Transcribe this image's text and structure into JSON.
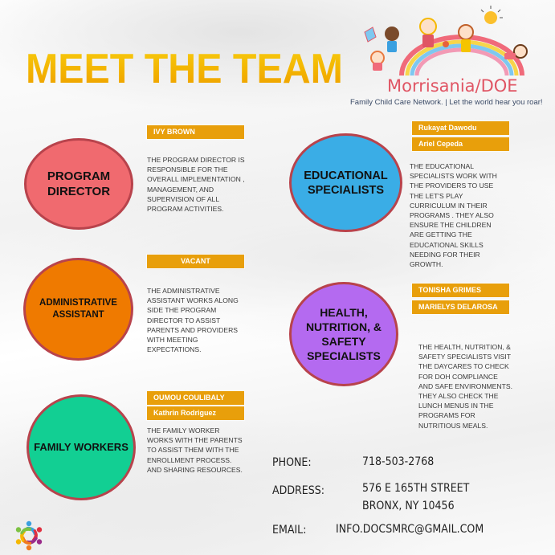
{
  "header": {
    "title": "MEET THE TEAM",
    "brand_name": "Morrisania/DOE",
    "tagline": "Family Child Care Network. | Let the world hear you roar!",
    "logo_icon": "children-on-rainbow-illustration"
  },
  "colors": {
    "title_gradient_top": "#f7cc10",
    "title_gradient_bottom": "#ee9d00",
    "tag_background": "#e89f0b",
    "circle_border": "#b8434c",
    "brand_name": "#e05564"
  },
  "roles": [
    {
      "title": "PROGRAM DIRECTOR",
      "color": "#f06a6f",
      "names": [
        "IVY BROWN"
      ],
      "description": "THE PROGRAM DIRECTOR IS RESPONSIBLE FOR THE OVERALL IMPLEMENTATION , MANAGEMENT, AND SUPERVISION OF ALL PROGRAM ACTIVITIES."
    },
    {
      "title": "EDUCATIONAL SPECIALISTS",
      "color": "#3aade6",
      "names": [
        "Rukayat Dawodu",
        "Ariel Cepeda"
      ],
      "description": "THE EDUCATIONAL SPECIALISTS WORK WITH THE PROVIDERS TO USE THE LET'S PLAY CURRICULUM IN THEIR PROGRAMS . THEY ALSO ENSURE THE CHILDREN ARE GETTING THE EDUCATIONAL SKILLS NEEDING FOR THEIR GROWTH."
    },
    {
      "title": "ADMINISTRATIVE ASSISTANT",
      "color": "#ef7a00",
      "names": [
        "VACANT"
      ],
      "description": "THE ADMINISTRATIVE ASSISTANT WORKS ALONG SIDE THE PROGRAM DIRECTOR TO ASSIST PARENTS AND PROVIDERS WITH MEETING EXPECTATIONS."
    },
    {
      "title": "HEALTH, NUTRITION, & SAFETY SPECIALISTS",
      "color": "#b46af0",
      "names": [
        "TONISHA GRIMES",
        "MARIELYS DELAROSA"
      ],
      "description": "THE HEALTH, NUTRITION, & SAFETY SPECIALISTS VISIT THE DAYCARES TO CHECK FOR DOH COMPLIANCE AND SAFE ENVIRONMENTS. THEY ALSO CHECK THE LUNCH MENUS IN THE PROGRAMS FOR NUTRITIOUS MEALS."
    },
    {
      "title": "FAMILY WORKERS",
      "color": "#12cf93",
      "names": [
        "OUMOU COULIBALY",
        "Kathrin Rodriguez"
      ],
      "description": "THE FAMILY WORKER WORKS WITH THE PARENTS TO ASSIST THEM WITH THE ENROLLMENT PROCESS. AND SHARING RESOURCES."
    }
  ],
  "contact": {
    "phone_label": "PHONE:",
    "phone": "718-503-2768",
    "address_label": "ADDRESS:",
    "address_line1": "576 E 165TH STREET",
    "address_line2": "BRONX, NY 10456",
    "email_label": "EMAIL:",
    "email": "INFO.DOCSMRC@GMAIL.COM"
  },
  "footer": {
    "logo_icon": "community-circle-people-icon"
  }
}
